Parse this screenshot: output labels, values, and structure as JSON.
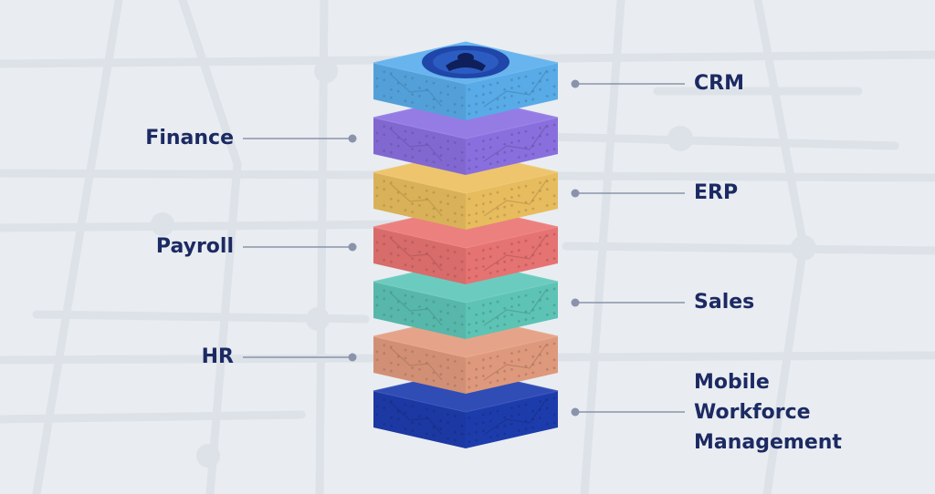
{
  "left_labels": [
    {
      "text": "Finance"
    },
    {
      "text": "Payroll"
    },
    {
      "text": "HR"
    }
  ],
  "right_labels": [
    {
      "text": "CRM"
    },
    {
      "text": "ERP"
    },
    {
      "text": "Sales"
    },
    {
      "text": "Mobile Workforce Management",
      "lines": [
        "Mobile",
        "Workforce",
        "Management"
      ]
    }
  ],
  "layers": [
    {
      "name": "crm-layer",
      "color": "#5aaeec"
    },
    {
      "name": "finance-layer",
      "color": "#8c71e3"
    },
    {
      "name": "erp-layer",
      "color": "#ecc060"
    },
    {
      "name": "payroll-layer",
      "color": "#ea7574"
    },
    {
      "name": "sales-layer",
      "color": "#5fc7b9"
    },
    {
      "name": "hr-layer",
      "color": "#e39c7f"
    },
    {
      "name": "mobile-workforce-layer",
      "color": "#1e3db0"
    }
  ],
  "top_icon": "person-circle-icon",
  "colors": {
    "background": "#e9edf1",
    "text": "#1c2a63",
    "connector": "#8a93ab",
    "map_lines": "#dfe4ea"
  }
}
